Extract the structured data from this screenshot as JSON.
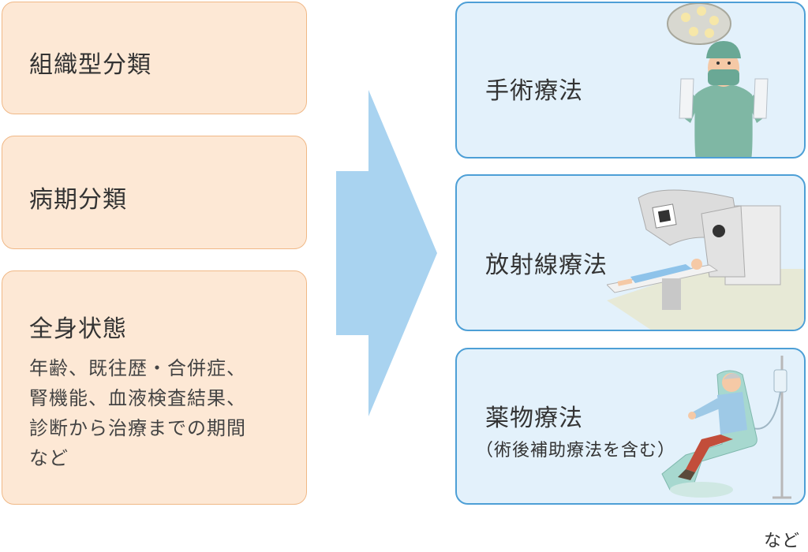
{
  "factors": [
    {
      "title": "組織型分類"
    },
    {
      "title": "病期分類"
    },
    {
      "title": "全身状態",
      "detail": "年齢、既往歴・合併症、\n腎機能、血液検査結果、\n診断から治療までの期間\nなど"
    }
  ],
  "treatments": [
    {
      "title": "手術療法",
      "note": ""
    },
    {
      "title": "放射線療法",
      "note": ""
    },
    {
      "title": "薬物療法",
      "note": "（術後補助療法を含む）"
    }
  ],
  "footer_note": "など",
  "colors": {
    "factor_fill": "#fde8d5",
    "factor_border": "#f0b886",
    "treatment_fill": "#e3f1fb",
    "treatment_border": "#4d9fd6",
    "arrow": "#a9d3f0"
  },
  "icons": [
    "surgeon-icon",
    "radiotherapy-machine-icon",
    "patient-chair-iv-icon"
  ]
}
